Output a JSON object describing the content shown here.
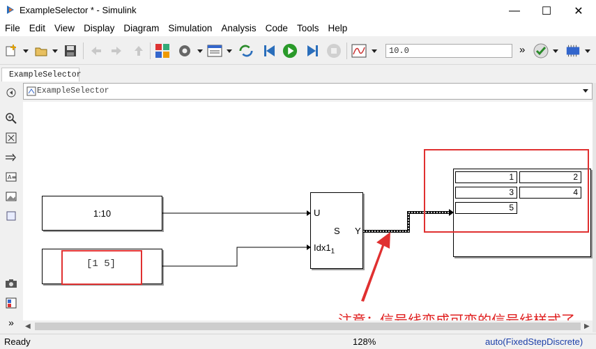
{
  "window": {
    "title": "ExampleSelector * - Simulink",
    "minimize": "—",
    "maximize": "☐",
    "close": "✕"
  },
  "menu": [
    "File",
    "Edit",
    "View",
    "Display",
    "Diagram",
    "Simulation",
    "Analysis",
    "Code",
    "Tools",
    "Help"
  ],
  "toolbar": {
    "stop_time": "10.0",
    "more": "»"
  },
  "tab": {
    "label": "ExampleSelector"
  },
  "address": {
    "path": "ExampleSelector"
  },
  "blocks": {
    "const1": "1:10",
    "const2": "[1 5]",
    "selector": {
      "port_u": "U",
      "port_idx": "Idx1",
      "port_idx_sub": "1",
      "center": "S",
      "port_y": "Y"
    },
    "display": [
      [
        "1",
        "2"
      ],
      [
        "3",
        "4"
      ],
      [
        "5",
        ""
      ]
    ]
  },
  "annotation": "注意：信号线变成可变的信号线样式了",
  "status": {
    "left": "Ready",
    "zoom": "128%",
    "solver": "auto(FixedStepDiscrete)"
  },
  "colors": {
    "highlight": "#e03030",
    "annotation": "#e02020",
    "solver_link": "#1a3ea8"
  }
}
